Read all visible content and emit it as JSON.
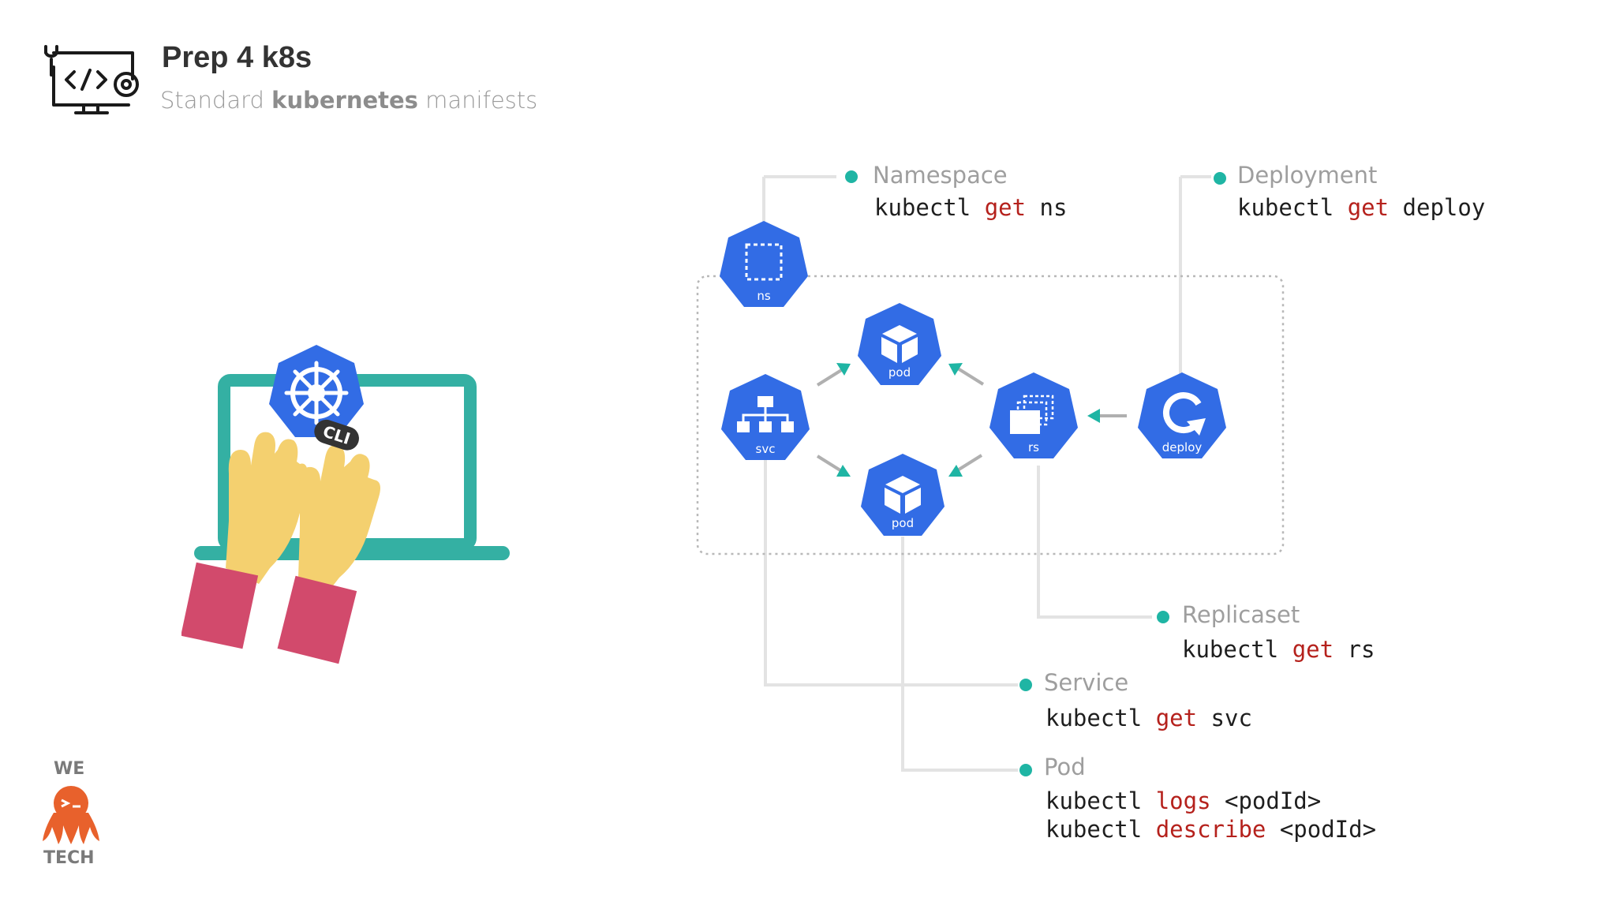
{
  "header": {
    "title": "Prep 4 k8s",
    "subtitle_pre": "Standard ",
    "subtitle_bold": "kubernetes",
    "subtitle_post": " manifests"
  },
  "colors": {
    "k8s_blue": "#326ce5",
    "teal": "#1fb5a4",
    "keyword_red": "#b5211c",
    "laptop_teal": "#34b0a3",
    "hand_yellow": "#f4d06f",
    "sleeve_pink": "#d24a6c"
  },
  "nodes": {
    "ns": "ns",
    "pod_top": "pod",
    "pod_bottom": "pod",
    "svc": "svc",
    "rs": "rs",
    "deploy": "deploy"
  },
  "cli_badge": "CLI",
  "callouts": {
    "namespace": {
      "label": "Namespace",
      "cmd": "kubectl",
      "kw": "get",
      "arg": "ns"
    },
    "deployment": {
      "label": "Deployment",
      "cmd": "kubectl",
      "kw": "get",
      "arg": "deploy"
    },
    "replicaset": {
      "label": "Replicaset",
      "cmd": "kubectl",
      "kw": "get",
      "arg": "rs"
    },
    "service": {
      "label": "Service",
      "cmd": "kubectl",
      "kw": "get",
      "arg": "svc"
    },
    "pod": {
      "label": "Pod",
      "line1_cmd": "kubectl",
      "line1_kw": "logs",
      "line1_arg": "<podId>",
      "line2_cmd": "kubectl",
      "line2_kw": "describe",
      "line2_arg": "<podId>"
    }
  },
  "brand": {
    "top": "WE",
    "bottom": "TECH"
  },
  "icons": [
    "dev-tools-monitor-icon",
    "kubernetes-helm-icon",
    "namespace-icon",
    "pod-cube-icon",
    "service-hierarchy-icon",
    "replicaset-icon",
    "deployment-cycle-icon",
    "octopus-logo-icon"
  ]
}
